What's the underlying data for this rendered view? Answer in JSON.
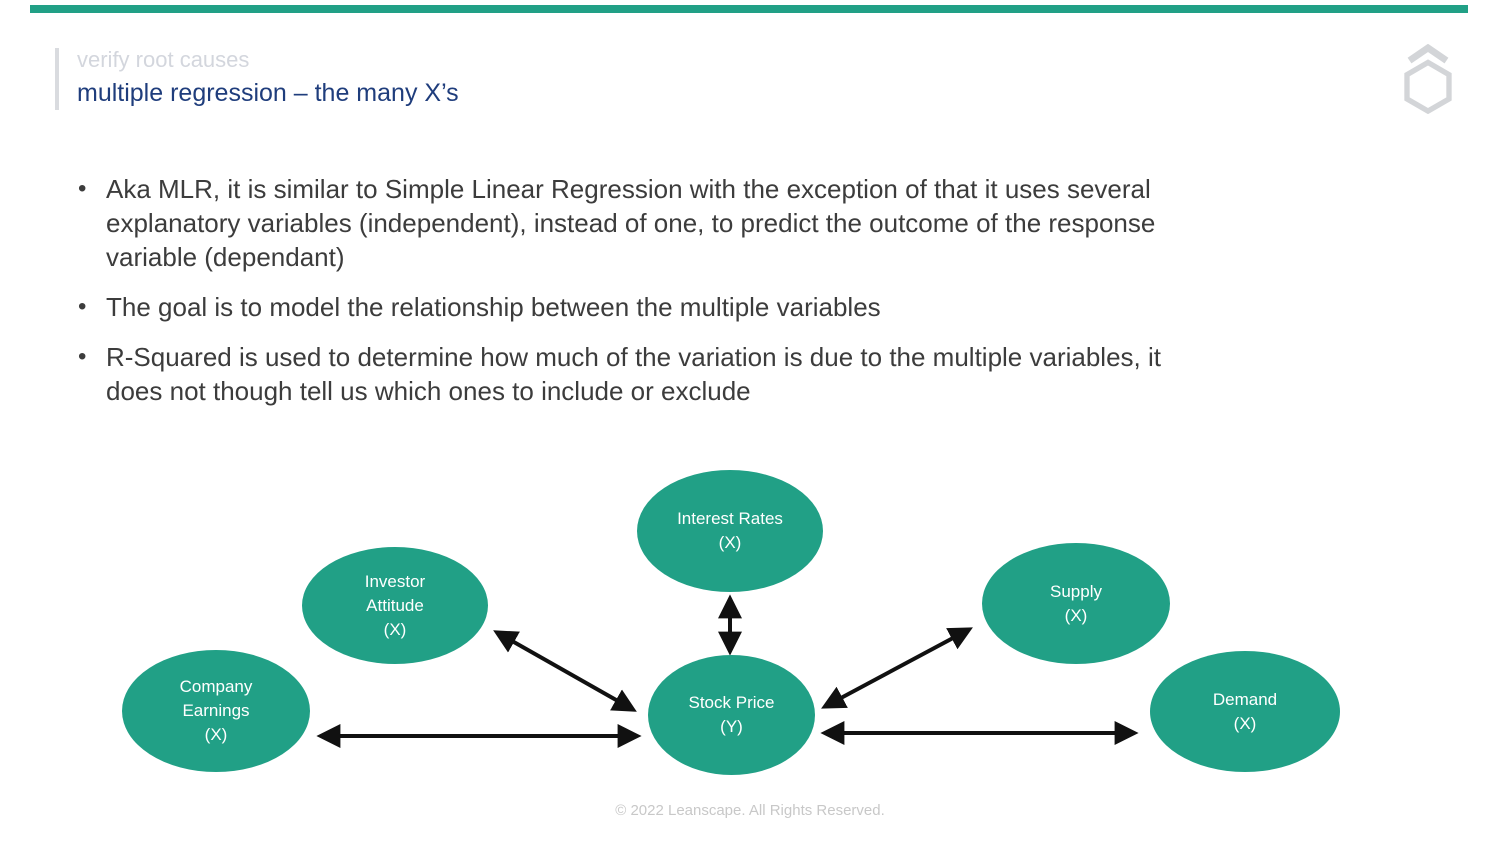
{
  "slide": {
    "accent_color": "#21a086",
    "title_color": "#1f3d7c",
    "arrow_color": "#111111"
  },
  "header": {
    "kicker": "verify root causes",
    "title": "multiple regression – the many X’s"
  },
  "bullets": {
    "glyph": "•",
    "items": [
      {
        "text": "Aka MLR, it is similar to Simple Linear Regression with the exception of that it uses several\nexplanatory variables (independent), instead of one, to predict the outcome of the response\nvariable (dependant)"
      },
      {
        "text": "The goal is to model the relationship between the multiple variables"
      },
      {
        "text": "R-Squared is used to determine how much of the variation is due to the multiple variables, it\ndoes not though tell us which ones to include or exclude"
      }
    ]
  },
  "diagram": {
    "node_color": "#21a086",
    "nodes": [
      {
        "id": "interest-rates",
        "label": "Interest Rates\n(X)"
      },
      {
        "id": "investor-attitude",
        "label": "Investor\nAttitude\n(X)"
      },
      {
        "id": "company-earnings",
        "label": "Company\nEarnings\n(X)"
      },
      {
        "id": "stock-price",
        "label": "Stock Price\n(Y)"
      },
      {
        "id": "supply",
        "label": "Supply\n(X)"
      },
      {
        "id": "demand",
        "label": "Demand\n(X)"
      }
    ],
    "edges": [
      {
        "from": "interest-rates",
        "to": "stock-price",
        "bidirectional": true
      },
      {
        "from": "investor-attitude",
        "to": "stock-price",
        "bidirectional": true
      },
      {
        "from": "company-earnings",
        "to": "stock-price",
        "bidirectional": true
      },
      {
        "from": "supply",
        "to": "stock-price",
        "bidirectional": true
      },
      {
        "from": "demand",
        "to": "stock-price",
        "bidirectional": true
      }
    ]
  },
  "footer": {
    "copyright": "© 2022 Leanscape. All Rights Reserved."
  }
}
